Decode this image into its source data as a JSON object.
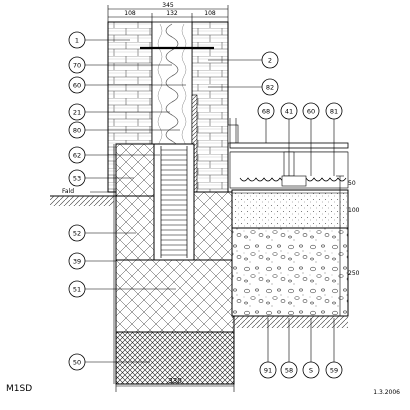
{
  "drawing": {
    "code": "M1SD",
    "date": "1.3.2006",
    "ground_label": "Fald"
  },
  "dimensions": {
    "top_total": "345",
    "top_segments": [
      "108",
      "132",
      "108"
    ],
    "bottom_total": "330",
    "right": [
      "50",
      "100",
      "250"
    ]
  },
  "callouts_left": [
    "1",
    "70",
    "60",
    "21",
    "80",
    "62",
    "53",
    "52",
    "39",
    "51",
    "50"
  ],
  "callouts_right_mid": [
    "2",
    "82"
  ],
  "callouts_top_right": [
    "68",
    "41",
    "60",
    "81"
  ],
  "callouts_bottom_right": [
    "91",
    "58",
    "S",
    "59"
  ]
}
